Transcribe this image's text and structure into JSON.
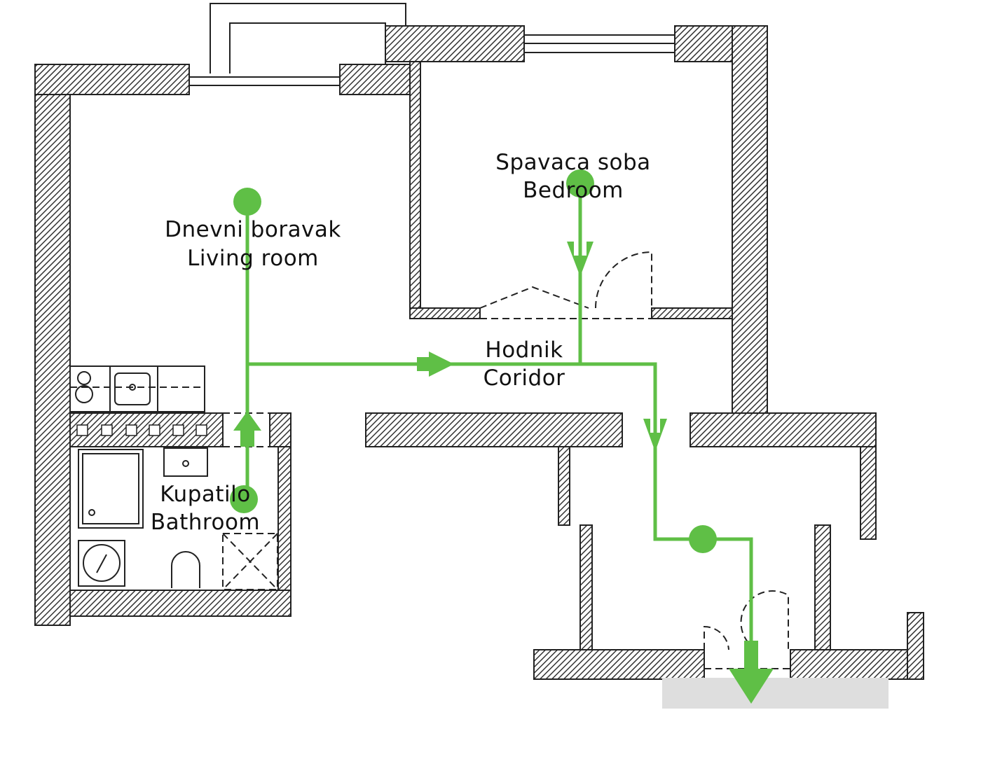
{
  "rooms": {
    "living": {
      "name_local": "Dnevni boravak",
      "name_en": "Living room"
    },
    "bedroom": {
      "name_local": "Spavaca soba",
      "name_en": "Bedroom"
    },
    "corridor": {
      "name_local": "Hodnik",
      "name_en": "Coridor"
    },
    "bathroom": {
      "name_local": "Kupatilo",
      "name_en": "Bathroom"
    }
  },
  "colors": {
    "path": "#5fbf46",
    "wall": "#333333",
    "ground": "#dedede"
  }
}
